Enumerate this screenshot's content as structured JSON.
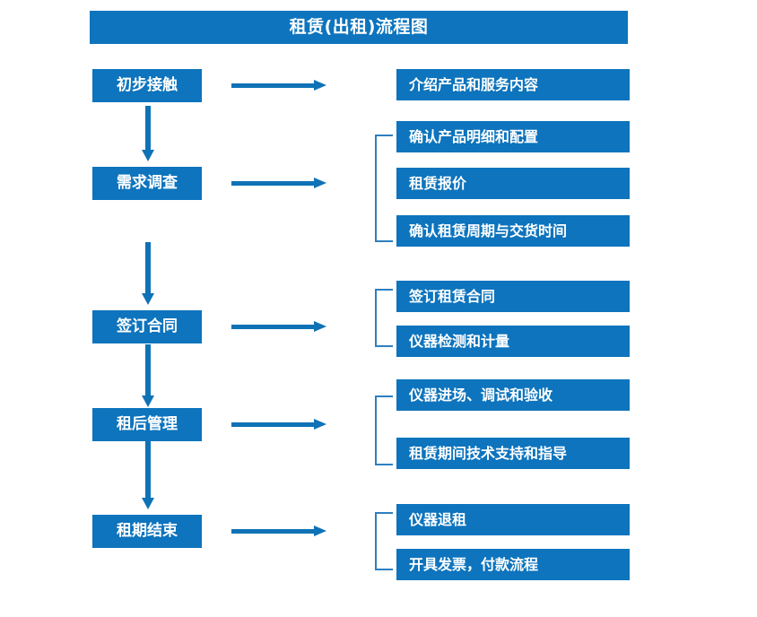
{
  "diagram": {
    "title": "租赁(出租)流程图",
    "colors": {
      "box_blue": "#0d74bd",
      "arrow_blue": "#0f72b6",
      "bracket_blue": "#2e7fc0",
      "text_white": "#ffffff",
      "background": "#ffffff"
    },
    "stages": [
      {
        "label": "初步接触",
        "details": [
          "介绍产品和服务内容"
        ]
      },
      {
        "label": "需求调查",
        "details": [
          "确认产品明细和配置",
          "租赁报价",
          "确认租赁周期与交货时间"
        ]
      },
      {
        "label": "签订合同",
        "details": [
          "签订租赁合同",
          "仪器检测和计量"
        ]
      },
      {
        "label": "租后管理",
        "details": [
          "仪器进场、调试和验收",
          "租赁期间技术支持和指导"
        ]
      },
      {
        "label": "租期结束",
        "details": [
          "仪器退租",
          "开具发票，付款流程"
        ]
      }
    ]
  }
}
